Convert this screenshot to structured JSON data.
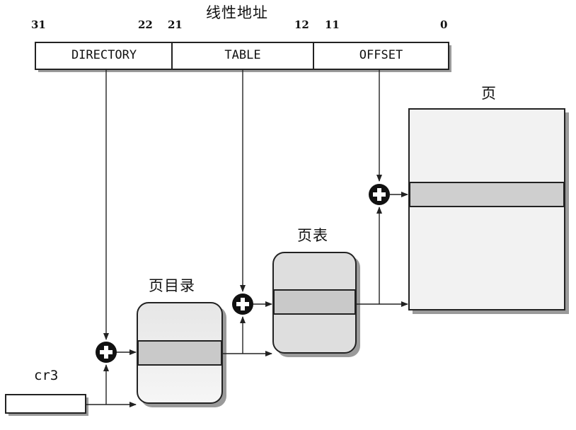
{
  "title": "线性地址",
  "bits": {
    "b31": "31",
    "b22": "22",
    "b21": "21",
    "b12": "12",
    "b11": "11",
    "b0": "0"
  },
  "fields": {
    "directory": "DIRECTORY",
    "table": "TABLE",
    "offset": "OFFSET"
  },
  "labels": {
    "page": "页",
    "page_table": "页表",
    "page_directory": "页目录",
    "cr3": "cr3"
  }
}
